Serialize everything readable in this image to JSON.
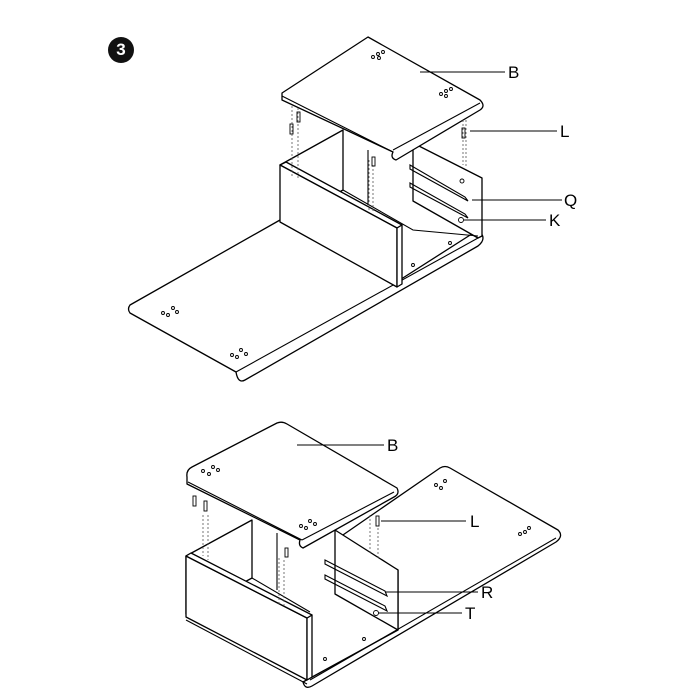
{
  "step_number": "3",
  "top_figure": {
    "labels": {
      "panel": "B",
      "dowel": "L",
      "drawer_slide": "Q",
      "screw": "K"
    }
  },
  "bottom_figure": {
    "labels": {
      "panel": "B",
      "dowel": "L",
      "drawer_slide": "R",
      "screw": "T"
    }
  }
}
